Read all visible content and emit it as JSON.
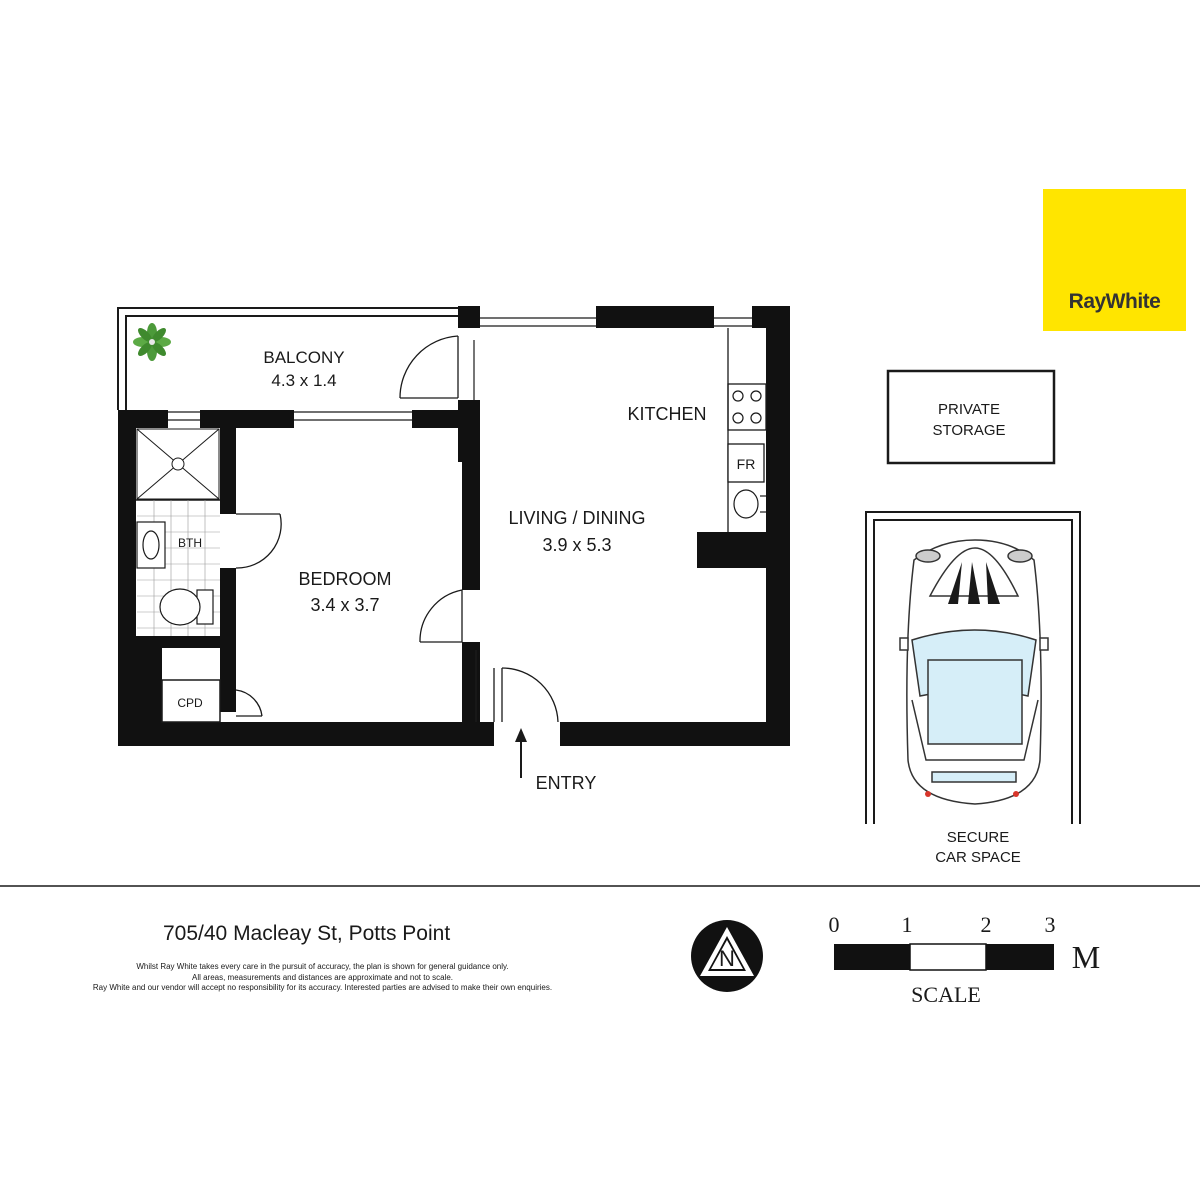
{
  "brand": {
    "name": "RayWhite",
    "color": "#ffe500"
  },
  "rooms": {
    "balcony": {
      "name": "BALCONY",
      "size": "4.3 x 1.4"
    },
    "kitchen": {
      "name": "KITCHEN"
    },
    "living": {
      "name": "LIVING / DINING",
      "size": "3.9 x 5.3"
    },
    "bedroom": {
      "name": "BEDROOM",
      "size": "3.4 x 3.7"
    },
    "bathroom": {
      "name": "BTH"
    },
    "cupboard": {
      "name": "CPD"
    },
    "fridge": {
      "name": "FR"
    },
    "entry": {
      "name": "ENTRY"
    }
  },
  "storage": {
    "line1": "PRIVATE",
    "line2": "STORAGE"
  },
  "car": {
    "line1": "SECURE",
    "line2": "CAR SPACE"
  },
  "address": "705/40 Macleay St, Potts Point",
  "disclaimer": [
    "Whilst Ray White takes every care in the pursuit of accuracy, the plan is shown for general guidance only.",
    "All areas, measurements and distances are approximate and not to scale.",
    "Ray White and our vendor will accept no responsibility for its accuracy. Interested parties are advised to make their own enquiries."
  ],
  "compass": {
    "label": "N"
  },
  "scale": {
    "ticks": [
      "0",
      "1",
      "2",
      "3"
    ],
    "unit": "M",
    "label": "SCALE"
  },
  "icons": [
    "north-compass-icon",
    "plant-icon",
    "car-icon",
    "stove-icon",
    "basin-icon",
    "toilet-icon",
    "shower-icon",
    "entry-arrow-icon"
  ]
}
